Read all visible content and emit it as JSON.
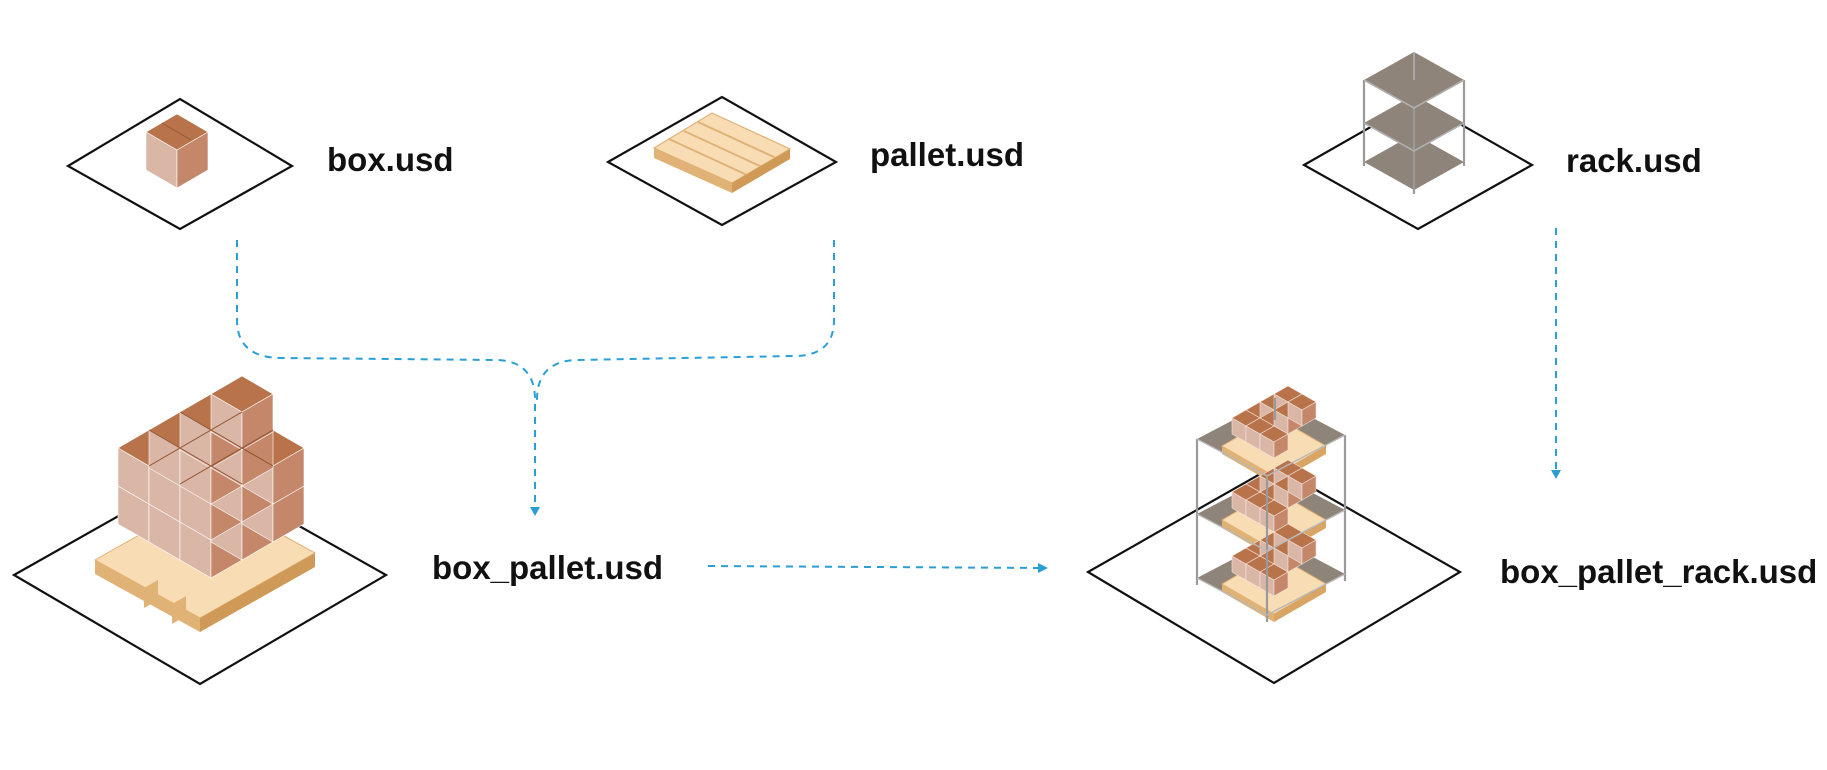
{
  "assets": {
    "box": {
      "label": "box.usd",
      "icon": "box-icon"
    },
    "pallet": {
      "label": "pallet.usd",
      "icon": "pallet-icon"
    },
    "rack": {
      "label": "rack.usd",
      "icon": "rack-icon"
    },
    "box_pallet": {
      "label": "box_pallet.usd",
      "icon": "box-pallet-icon"
    },
    "box_pallet_rack": {
      "label": "box_pallet_rack.usd",
      "icon": "box-pallet-rack-icon"
    }
  },
  "colors": {
    "arrow": "#2a9fd6",
    "tile_outline": "#111111",
    "box_top": "#b8734a",
    "box_left": "#dab6a6",
    "box_right": "#c4876a",
    "pallet_top": "#f7dcb4",
    "pallet_side": "#e1b275",
    "rack_shelf": "#8e8479",
    "rack_frame": "#9a9a9a"
  }
}
